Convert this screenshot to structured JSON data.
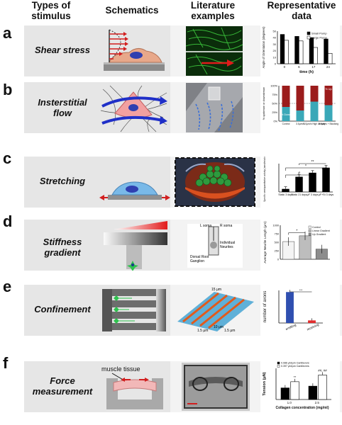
{
  "headers": {
    "stimulus": "Types of stimulus",
    "schematics": "Schematics",
    "literature": "Literature examples",
    "data": "Representative data"
  },
  "rows": [
    {
      "letter": "a",
      "title": "Shear stress"
    },
    {
      "letter": "b",
      "title": "Insterstitial flow"
    },
    {
      "letter": "c",
      "title": "Stretching"
    },
    {
      "letter": "d",
      "title": "Stiffness gradient"
    },
    {
      "letter": "e",
      "title": "Confinement"
    },
    {
      "letter": "f",
      "title": "Force measurement"
    }
  ],
  "panels": {
    "a": {
      "legend": [
        "Small Pump",
        "Large Pump"
      ],
      "ylabel": "Angle of Orientation (degrees)",
      "xlabel": "time (h)",
      "xticks": [
        "0",
        "6",
        "17",
        "24"
      ],
      "yticks": [
        "0",
        "10",
        "20",
        "30",
        "40",
        "50"
      ]
    },
    "b": {
      "ylabel": "% upstream or downstream",
      "yticks": [
        "0%",
        "25%",
        "50%",
        "75%",
        "100%"
      ],
      "legend": [
        "% Up",
        "% Down"
      ],
      "xticks": [
        "Control",
        "3.0μm/s",
        "3.0μm/s High density",
        "3.0μm/s + Blocking"
      ]
    },
    "c": {
      "ylabel": "Specific semiquantitative activity (nmol/min/cm²)",
      "xticks": [
        "Static 3 days",
        "Static 21 days",
        "μF 3 days",
        "μF+St 3 days"
      ],
      "sig": [
        "*",
        "**",
        "#",
        "**"
      ]
    },
    "d": {
      "legend": [
        "Control",
        "Linear Gradient",
        "Up Gradient"
      ],
      "ylabel": "Average Neurite Length (μm)",
      "yticks": [
        "0",
        "250",
        "500",
        "750",
        "1000"
      ],
      "sig": "*"
    },
    "e": {
      "ylabel": "number of axons",
      "xticks": [
        "emitting",
        "receiving"
      ],
      "sig": "***"
    },
    "f": {
      "legend": [
        "0.086 μN/μm Cantilevers",
        "0.397 μN/μm Cantilevers"
      ],
      "ylabel": "Tension (μN)",
      "xlabel": "Collagen concentration (mg/ml)",
      "xticks": [
        "1.0",
        "2.5"
      ],
      "sig": [
        "**",
        "##, ##"
      ]
    }
  },
  "labels": {
    "schem_f": "muscle tissue",
    "lit_d_lsoma": "L soma",
    "lit_d_rsoma": "R soma",
    "lit_d_neurites": "Individual Neurites",
    "lit_d_drg": "Dorsal Root Ganglion",
    "lit_e_15": "15 μm",
    "lit_e_1a": "1.5 μm",
    "lit_e_1b": "1.5 μm",
    "lit_e_10": "10 μm"
  },
  "chart_data": [
    {
      "type": "bar",
      "title": "a",
      "ylabel": "Angle of Orientation (degrees)",
      "xlabel": "time (h)",
      "categories": [
        "0",
        "6",
        "17",
        "24"
      ],
      "ylim": [
        0,
        50
      ],
      "series": [
        {
          "name": "Small Pump",
          "values": [
            45,
            42,
            40,
            38
          ]
        },
        {
          "name": "Large Pump",
          "values": [
            36,
            35,
            25,
            16
          ]
        }
      ]
    },
    {
      "type": "bar",
      "title": "b",
      "ylabel": "% upstream or downstream",
      "categories": [
        "Control",
        "3.0μm/s",
        "3.0μm/s High density",
        "3.0μm/s + Blocking"
      ],
      "ylim": [
        0,
        100
      ],
      "series": [
        {
          "name": "% Down",
          "values": [
            40,
            30,
            55,
            45
          ]
        },
        {
          "name": "% Up",
          "values": [
            60,
            70,
            45,
            55
          ]
        }
      ]
    },
    {
      "type": "bar",
      "title": "c",
      "categories": [
        "Static 3 days",
        "Static 21 days",
        "μF 3 days",
        "μF+St 3 days"
      ],
      "ylim": [
        0,
        14
      ],
      "series": [
        {
          "values": [
            1.5,
            7.5,
            9.5,
            12
          ]
        }
      ]
    },
    {
      "type": "bar",
      "title": "d",
      "ylabel": "Average Neurite Length (μm)",
      "categories": [
        "Control",
        "Linear Gradient",
        "Up Gradient"
      ],
      "ylim": [
        0,
        1000
      ],
      "series": [
        {
          "values": [
            520,
            690,
            300
          ]
        }
      ]
    },
    {
      "type": "bar",
      "title": "e",
      "ylabel": "number of axons",
      "categories": [
        "emitting",
        "receiving"
      ],
      "ylim": [
        0,
        1000
      ],
      "series": [
        {
          "values": [
            950,
            80
          ]
        }
      ]
    },
    {
      "type": "bar",
      "title": "f",
      "ylabel": "Tension (μN)",
      "xlabel": "Collagen concentration (mg/ml)",
      "categories": [
        "1.0",
        "2.5"
      ],
      "ylim": [
        0,
        14
      ],
      "series": [
        {
          "name": "0.086 μN/μm Cantilevers",
          "values": [
            5.2,
            6
          ]
        },
        {
          "name": "0.397 μN/μm Cantilevers",
          "values": [
            8,
            11
          ]
        }
      ]
    }
  ]
}
